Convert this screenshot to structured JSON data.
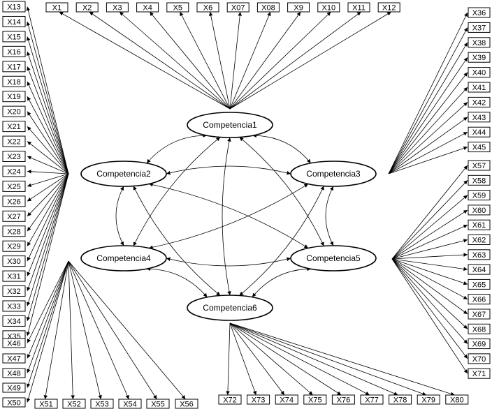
{
  "title": "",
  "constructs": [
    {
      "id": "c1",
      "label": "Competencia1",
      "indicators": [
        "X1",
        "X2",
        "X3",
        "X4",
        "X5",
        "X6",
        "X07",
        "X08",
        "X9",
        "X10",
        "X11",
        "X12"
      ]
    },
    {
      "id": "c2",
      "label": "Competencia2",
      "indicators": [
        "X13",
        "X14",
        "X15",
        "X16",
        "X17",
        "X18",
        "X19",
        "X20",
        "X21",
        "X22",
        "X23",
        "X24",
        "X25",
        "X26",
        "X27",
        "X28",
        "X29",
        "X30",
        "X31",
        "X32",
        "X33",
        "X34",
        "X35"
      ]
    },
    {
      "id": "c3",
      "label": "Competencia3",
      "indicators": [
        "X36",
        "X37",
        "X38",
        "X39",
        "X40",
        "X41",
        "X42",
        "X43",
        "X44",
        "X45"
      ]
    },
    {
      "id": "c4",
      "label": "Competencia4",
      "indicators": [
        "X46",
        "X47",
        "X48",
        "X49",
        "X50",
        "X51",
        "X52",
        "X53",
        "X54",
        "X55",
        "X56"
      ]
    },
    {
      "id": "c5",
      "label": "Competencia5",
      "indicators": [
        "X57",
        "X58",
        "X59",
        "X60",
        "X61",
        "X62",
        "X63",
        "X64",
        "X65",
        "X66",
        "X67",
        "X68",
        "X69",
        "X70",
        "X71"
      ]
    },
    {
      "id": "c6",
      "label": "Competencia6",
      "indicators": [
        "X72",
        "X73",
        "X74",
        "X75",
        "X76",
        "X77",
        "X78",
        "X79",
        "X80"
      ]
    }
  ],
  "correlations": [
    [
      "c1",
      "c2"
    ],
    [
      "c1",
      "c3"
    ],
    [
      "c1",
      "c4"
    ],
    [
      "c1",
      "c5"
    ],
    [
      "c1",
      "c6"
    ],
    [
      "c2",
      "c3"
    ],
    [
      "c2",
      "c4"
    ],
    [
      "c2",
      "c5"
    ],
    [
      "c2",
      "c6"
    ],
    [
      "c3",
      "c4"
    ],
    [
      "c3",
      "c5"
    ],
    [
      "c3",
      "c6"
    ],
    [
      "c4",
      "c5"
    ],
    [
      "c4",
      "c6"
    ],
    [
      "c5",
      "c6"
    ]
  ]
}
